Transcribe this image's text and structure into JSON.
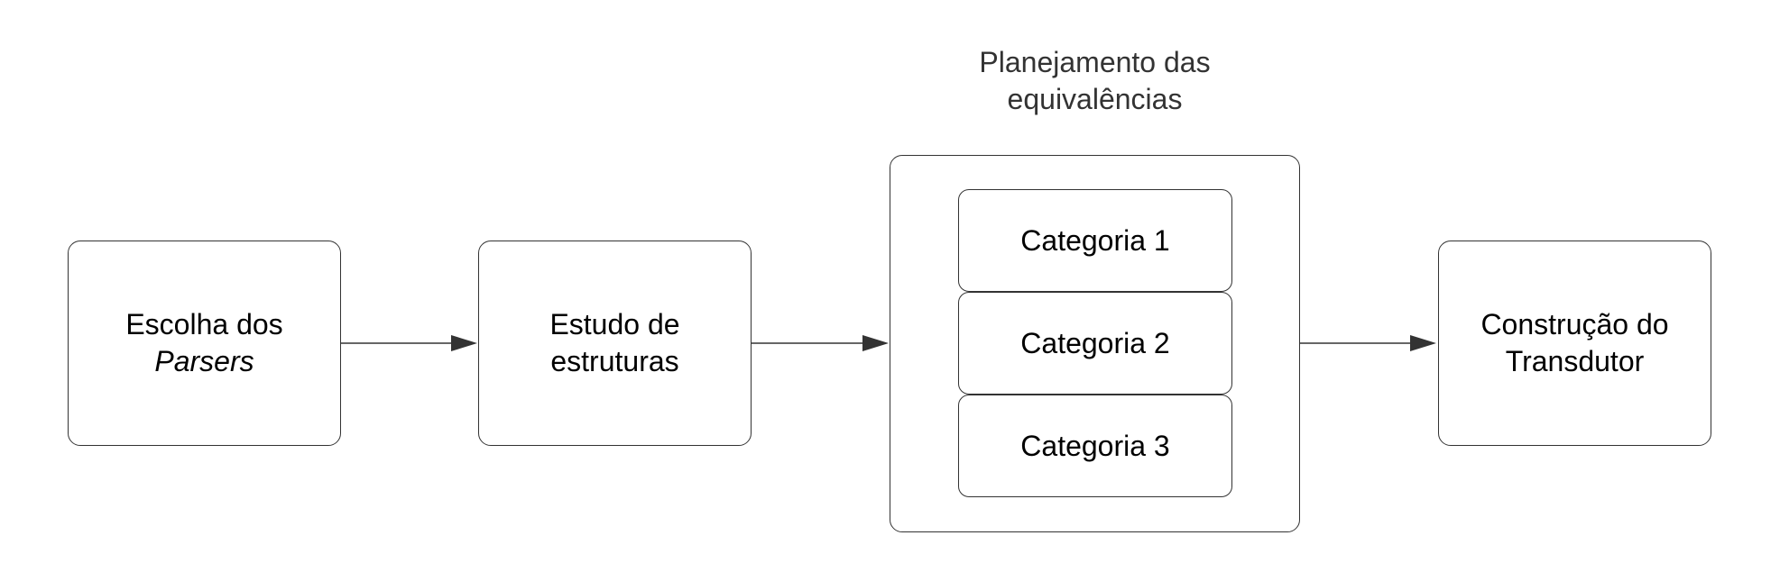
{
  "nodes": {
    "escolha": {
      "line1": "Escolha dos",
      "line2": "Parsers"
    },
    "estudo": {
      "line1": "Estudo de",
      "line2": "estruturas"
    },
    "planejamento": {
      "title_line1": "Planejamento das",
      "title_line2": "equivalências",
      "categories": [
        "Categoria 1",
        "Categoria 2",
        "Categoria 3"
      ]
    },
    "construcao": {
      "line1": "Construção do",
      "line2": "Transdutor"
    }
  },
  "edges": [
    {
      "from": "escolha",
      "to": "estudo"
    },
    {
      "from": "estudo",
      "to": "planejamento"
    },
    {
      "from": "planejamento",
      "to": "construcao"
    }
  ],
  "colors": {
    "stroke": "#333333",
    "text": "#000000",
    "title_text": "#333333",
    "background": "#ffffff"
  }
}
